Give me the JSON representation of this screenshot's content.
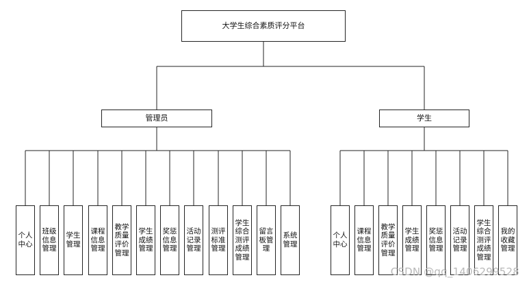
{
  "root": {
    "label": "大学生综合素质评分平台"
  },
  "groups": [
    {
      "label": "管理员",
      "children": [
        "个人\n中心",
        "班级\n信息\n管理",
        "学生\n管理",
        "课程\n信息\n管理",
        "教学\n质量\n评价\n管理",
        "学生\n成绩\n管理",
        "奖惩\n信息\n管理",
        "活动\n记录\n管理",
        "测评\n标准\n管理",
        "学生\n综合\n测评\n成绩\n管理",
        "留言\n板管\n理",
        "系统\n管理"
      ]
    },
    {
      "label": "学生",
      "children": [
        "个人\n中心",
        "课程\n信息\n管理",
        "教学\n质量\n评价\n管理",
        "学生\n成绩\n管理",
        "奖惩\n信息\n管理",
        "活动\n记录\n管理",
        "学生\n综合\n测评\n成绩\n管理",
        "我的\n收藏\n管理"
      ]
    }
  ],
  "watermark": "CSDN @qq_1406299528"
}
